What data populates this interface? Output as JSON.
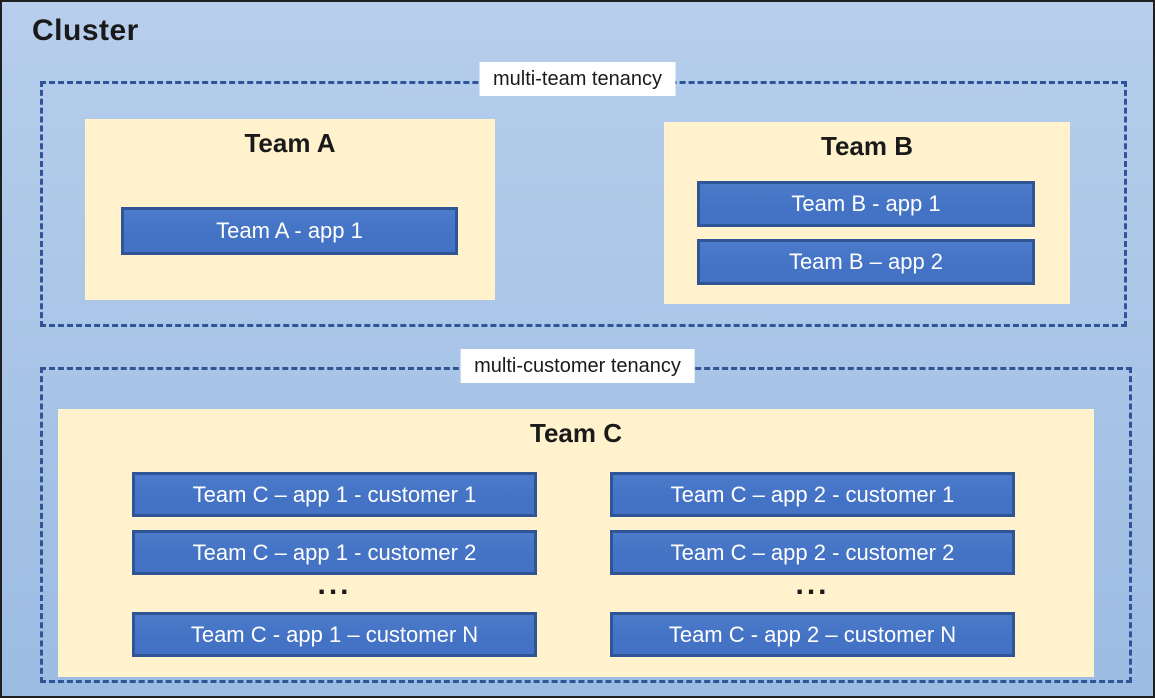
{
  "cluster": {
    "title": "Cluster"
  },
  "sections": {
    "multi_team": {
      "label": "multi-team tenancy",
      "team_a": {
        "title": "Team A",
        "apps": [
          "Team A - app 1"
        ]
      },
      "team_b": {
        "title": "Team B",
        "apps": [
          "Team B - app 1",
          "Team B – app 2"
        ]
      }
    },
    "multi_customer": {
      "label": "multi-customer tenancy",
      "team_c": {
        "title": "Team C",
        "ellipsis": "...",
        "columns": [
          {
            "apps": [
              "Team C – app 1 - customer 1",
              "Team C – app 1 - customer 2"
            ],
            "last_app": "Team C - app 1 – customer N"
          },
          {
            "apps": [
              "Team C – app 2 - customer 1",
              "Team C – app 2 - customer 2"
            ],
            "last_app": "Team C - app 2 – customer N"
          }
        ]
      }
    }
  },
  "colors": {
    "bg_top": "#B7CEEC",
    "bg_bottom": "#9CBCE2",
    "panel_cream": "#FFF2CC",
    "app_blue": "#4472C4",
    "app_border": "#2F5597",
    "dash_border": "#2F5597",
    "outer_border": "#1F1F1F",
    "label_bg": "#FFFFFF",
    "text_dark": "#1A1A1A",
    "text_light": "#FFFFFF"
  }
}
